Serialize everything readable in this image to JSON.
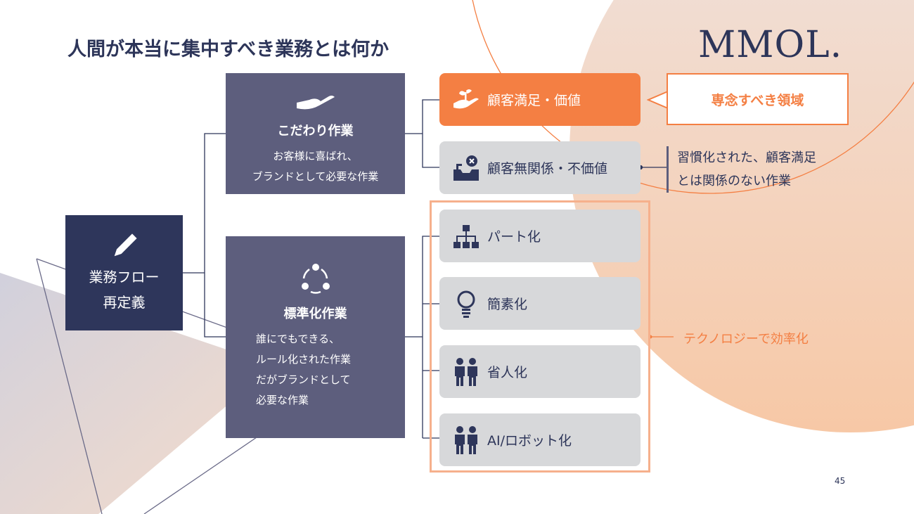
{
  "title": "人間が本当に集中すべき業務とは何か",
  "logo": "MMOL.",
  "root": {
    "line1": "業務フロー",
    "line2": "再定義"
  },
  "kodawari": {
    "title": "こだわり作業",
    "desc1": "お客様に喜ばれ、",
    "desc2": "ブランドとして必要な作業"
  },
  "standard": {
    "title": "標準化作業",
    "desc1": "誰にでもできる、",
    "desc2": "ルール化された作業",
    "desc3": "だがブランドとして",
    "desc4": "必要な作業"
  },
  "leaves": [
    {
      "label": "顧客満足・価値",
      "icon": "hand-plant-icon"
    },
    {
      "label": "顧客無関係・不価値",
      "icon": "inbox-x-icon"
    },
    {
      "label": "パート化",
      "icon": "org-chart-icon"
    },
    {
      "label": "簡素化",
      "icon": "lightbulb-icon"
    },
    {
      "label": "省人化",
      "icon": "people-icon"
    },
    {
      "label": "AI/ロボット化",
      "icon": "people-icon"
    }
  ],
  "callout": "専念すべき領域",
  "note": {
    "line1": "習慣化された、顧客満足",
    "line2": "とは関係のない作業"
  },
  "tech": "テクノロジーで効率化",
  "page_number": "45",
  "colors": {
    "navy": "#2e365b",
    "slate": "#5d5e7d",
    "orange": "#f47f43",
    "gray": "#d7d8da"
  }
}
